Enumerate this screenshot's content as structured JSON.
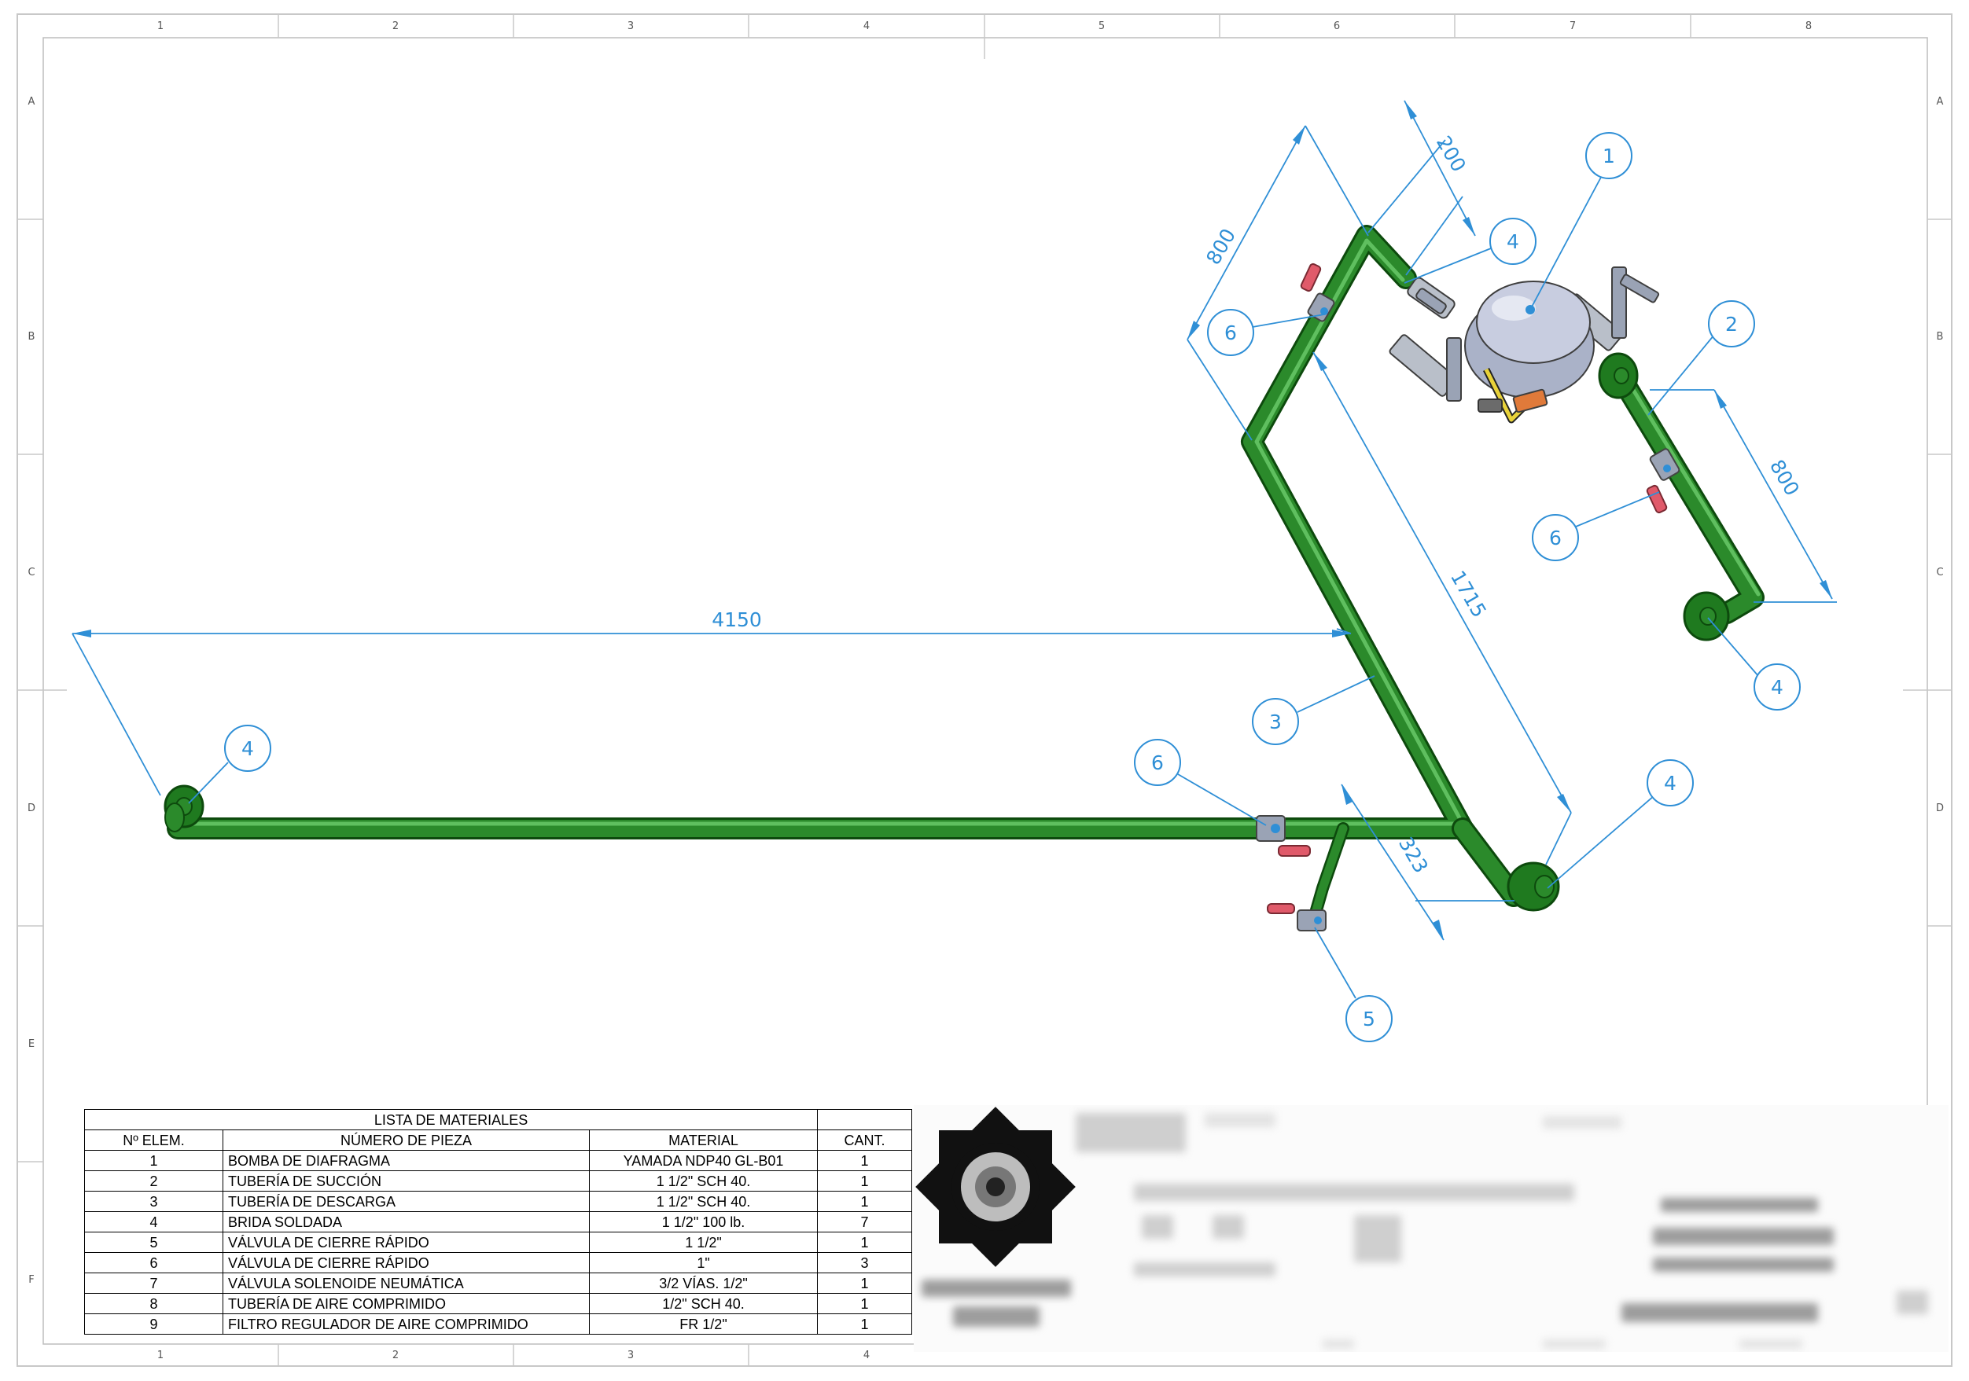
{
  "drawing": {
    "column_zones": [
      "1",
      "2",
      "3",
      "4",
      "5",
      "6",
      "7",
      "8"
    ],
    "row_zones": [
      "A",
      "B",
      "C",
      "D",
      "E",
      "F"
    ]
  },
  "dimensions": {
    "d4150": "4150",
    "d800_left": "800",
    "d200": "200",
    "d1715": "1715",
    "d800_right": "800",
    "d323": "323"
  },
  "balloons": [
    {
      "id": "balloon-1",
      "label": "1"
    },
    {
      "id": "balloon-4-top",
      "label": "4"
    },
    {
      "id": "balloon-2",
      "label": "2"
    },
    {
      "id": "balloon-6-left",
      "label": "6"
    },
    {
      "id": "balloon-6-right",
      "label": "6"
    },
    {
      "id": "balloon-4-right",
      "label": "4"
    },
    {
      "id": "balloon-3",
      "label": "3"
    },
    {
      "id": "balloon-4-left",
      "label": "4"
    },
    {
      "id": "balloon-6-bottom",
      "label": "6"
    },
    {
      "id": "balloon-4-bottom",
      "label": "4"
    },
    {
      "id": "balloon-5",
      "label": "5"
    }
  ],
  "bom": {
    "title": "LISTA DE MATERIALES",
    "headers": [
      "Nº ELEM.",
      "NÚMERO DE PIEZA",
      "MATERIAL",
      "CANT."
    ],
    "rows": [
      [
        "1",
        "BOMBA DE DIAFRAGMA",
        "YAMADA NDP40 GL-B01",
        "1"
      ],
      [
        "2",
        "TUBERÍA DE SUCCIÓN",
        "1 1/2\" SCH 40.",
        "1"
      ],
      [
        "3",
        "TUBERÍA DE DESCARGA",
        "1 1/2\" SCH 40.",
        "1"
      ],
      [
        "4",
        "BRIDA SOLDADA",
        "1 1/2\" 100 lb.",
        "7"
      ],
      [
        "5",
        "VÁLVULA DE CIERRE RÁPIDO",
        "1 1/2\"",
        "1"
      ],
      [
        "6",
        "VÁLVULA DE CIERRE RÁPIDO",
        "1\"",
        "3"
      ],
      [
        "7",
        "VÁLVULA SOLENOIDE NEUMÁTICA",
        "3/2 VÍAS. 1/2\"",
        "1"
      ],
      [
        "8",
        "TUBERÍA DE AIRE COMPRIMIDO",
        "1/2\" SCH 40.",
        "1"
      ],
      [
        "9",
        "FILTRO REGULADOR DE AIRE COMPRIMIDO",
        "FR 1/2\"",
        "1"
      ]
    ]
  },
  "colors": {
    "pipe": "#2b8a2b",
    "dimension": "#2f8fd6",
    "valve_handle": "#e05a6a",
    "pump_body": "#b7bfd6"
  }
}
